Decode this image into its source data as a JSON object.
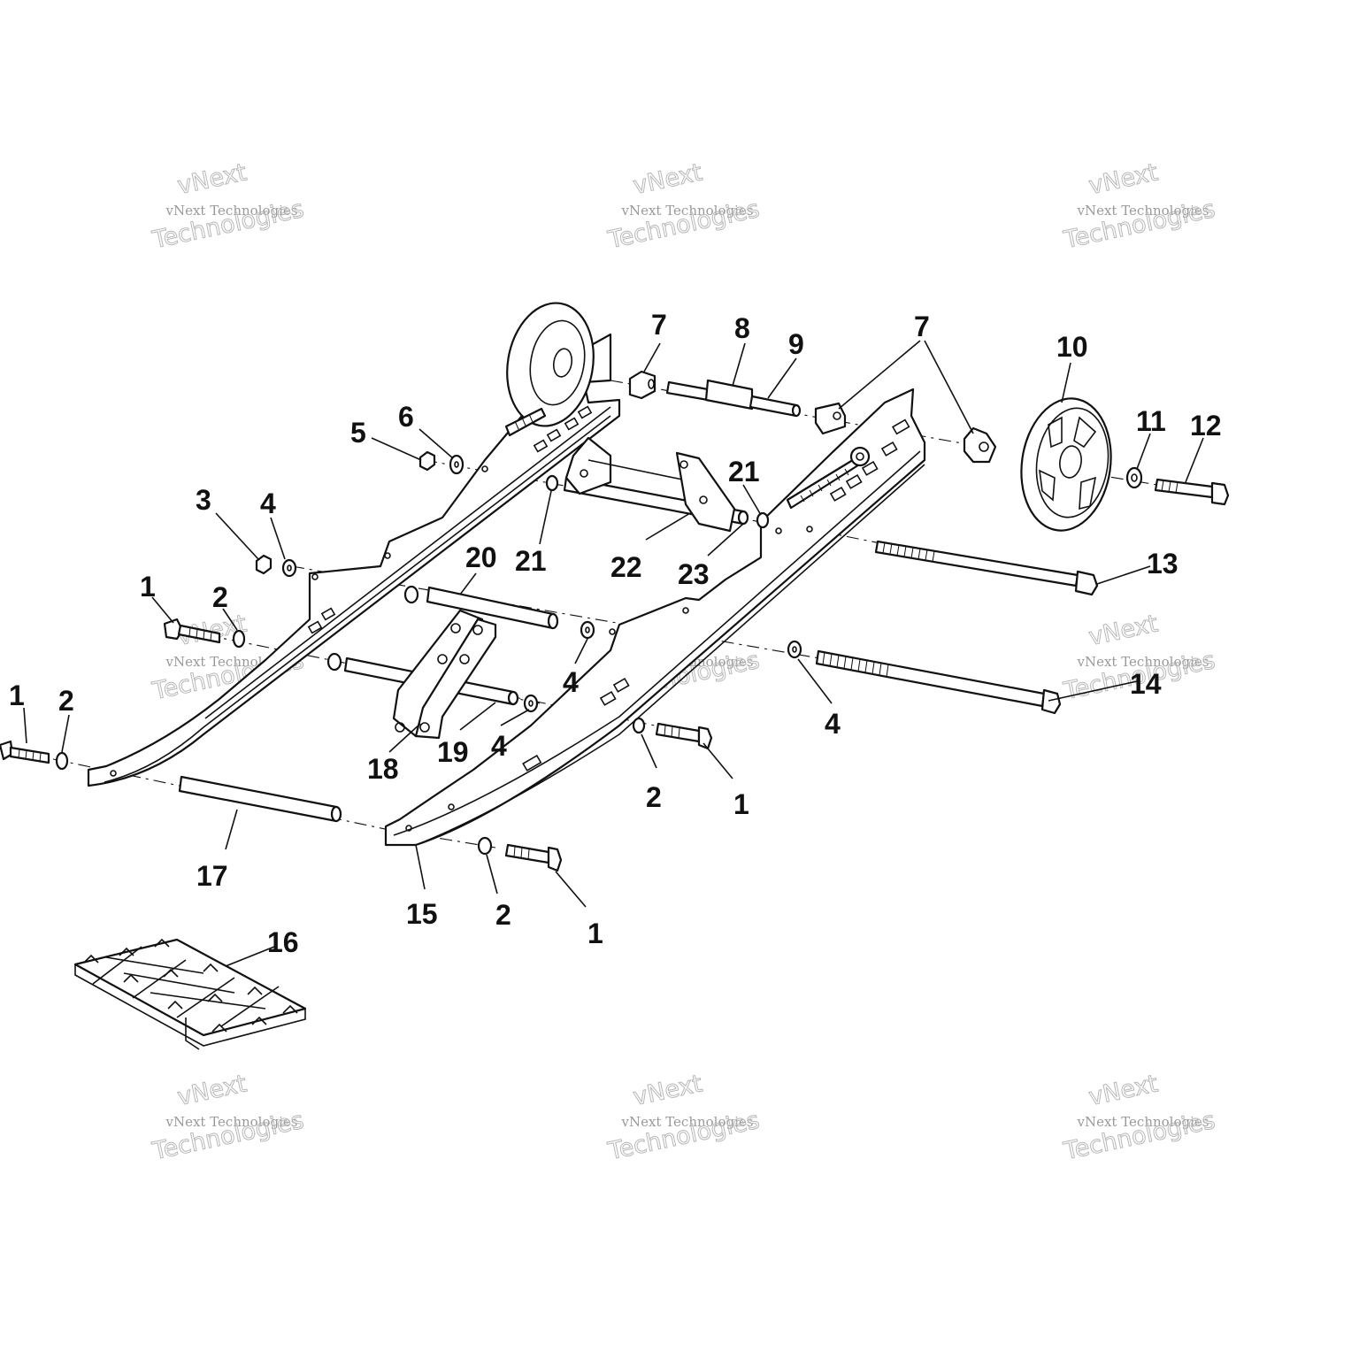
{
  "diagram": {
    "callouts": [
      {
        "id": "c7a",
        "label": "7"
      },
      {
        "id": "c8",
        "label": "8"
      },
      {
        "id": "c9",
        "label": "9"
      },
      {
        "id": "c7b",
        "label": "7"
      },
      {
        "id": "c10",
        "label": "10"
      },
      {
        "id": "c11",
        "label": "11"
      },
      {
        "id": "c12",
        "label": "12"
      },
      {
        "id": "c6",
        "label": "6"
      },
      {
        "id": "c5",
        "label": "5"
      },
      {
        "id": "c21a",
        "label": "21"
      },
      {
        "id": "c3",
        "label": "3"
      },
      {
        "id": "c4a",
        "label": "4"
      },
      {
        "id": "c20",
        "label": "20"
      },
      {
        "id": "c21b",
        "label": "21"
      },
      {
        "id": "c22",
        "label": "22"
      },
      {
        "id": "c23",
        "label": "23"
      },
      {
        "id": "c13",
        "label": "13"
      },
      {
        "id": "c1a",
        "label": "1"
      },
      {
        "id": "c2a",
        "label": "2"
      },
      {
        "id": "c4b",
        "label": "4"
      },
      {
        "id": "c14",
        "label": "14"
      },
      {
        "id": "c1b",
        "label": "1"
      },
      {
        "id": "c2b",
        "label": "2"
      },
      {
        "id": "c4c",
        "label": "4"
      },
      {
        "id": "c18",
        "label": "18"
      },
      {
        "id": "c19",
        "label": "19"
      },
      {
        "id": "c4d",
        "label": "4"
      },
      {
        "id": "c2c",
        "label": "2"
      },
      {
        "id": "c1c",
        "label": "1"
      },
      {
        "id": "c17",
        "label": "17"
      },
      {
        "id": "c15",
        "label": "15"
      },
      {
        "id": "c2d",
        "label": "2"
      },
      {
        "id": "c1d",
        "label": "1"
      },
      {
        "id": "c16",
        "label": "16"
      }
    ]
  },
  "watermark": {
    "brand": "vNext",
    "line": "vNext Technologies",
    "big": "Technologies"
  }
}
